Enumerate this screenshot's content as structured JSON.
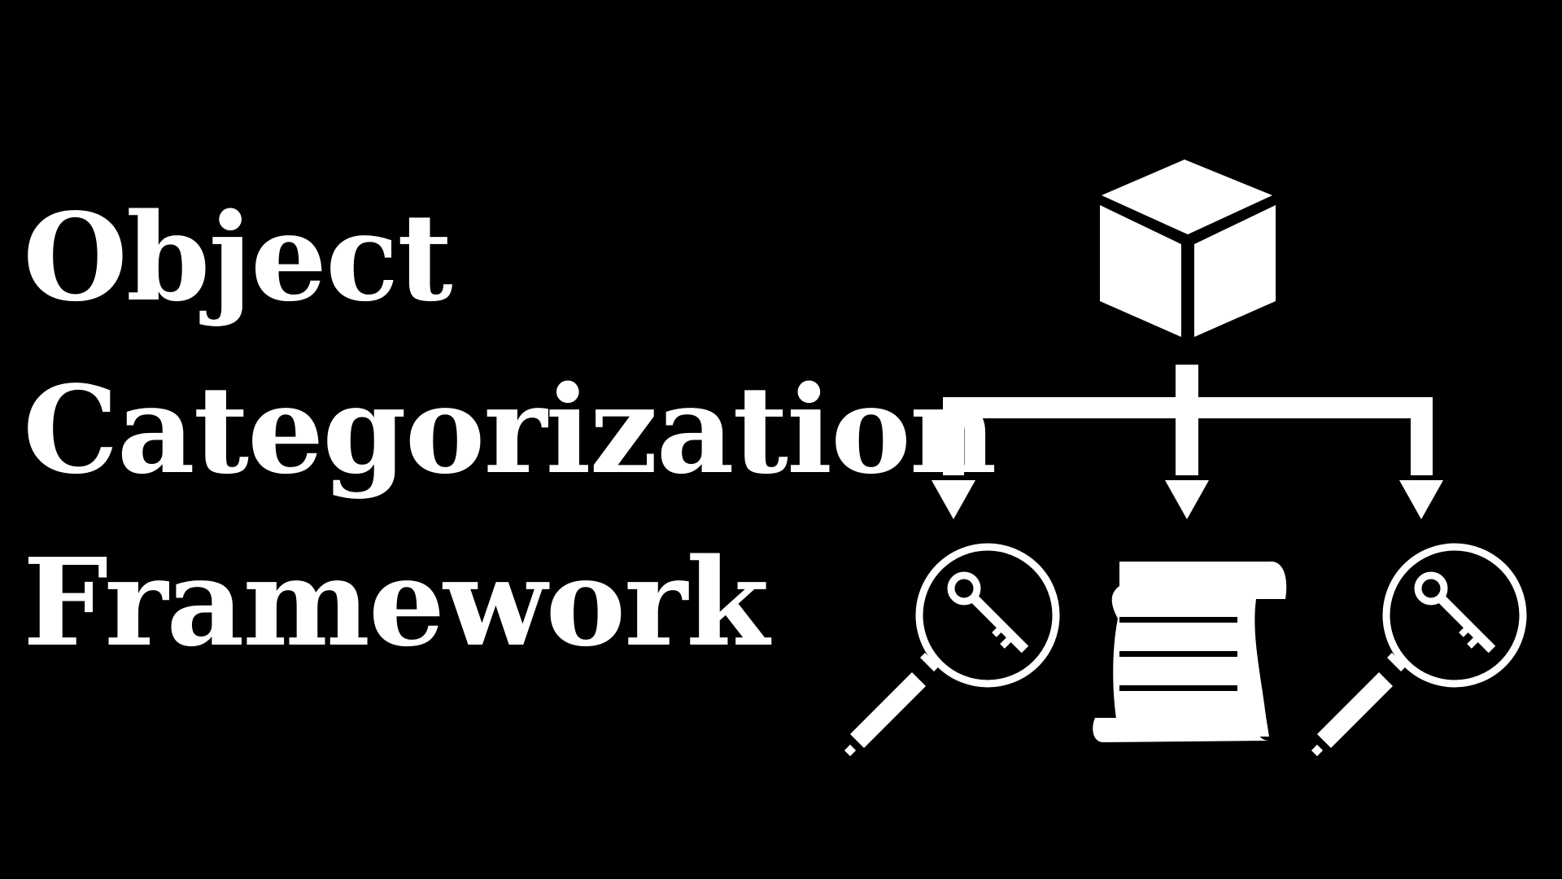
{
  "title": {
    "lines": [
      "Object",
      "Categorization",
      "Framework"
    ]
  },
  "diagram": {
    "root_icon": "cube-icon",
    "children": [
      {
        "icon": "magnifier-key-icon"
      },
      {
        "icon": "scroll-document-icon"
      },
      {
        "icon": "magnifier-key-icon"
      }
    ]
  },
  "colors": {
    "background": "#000000",
    "foreground": "#ffffff"
  }
}
